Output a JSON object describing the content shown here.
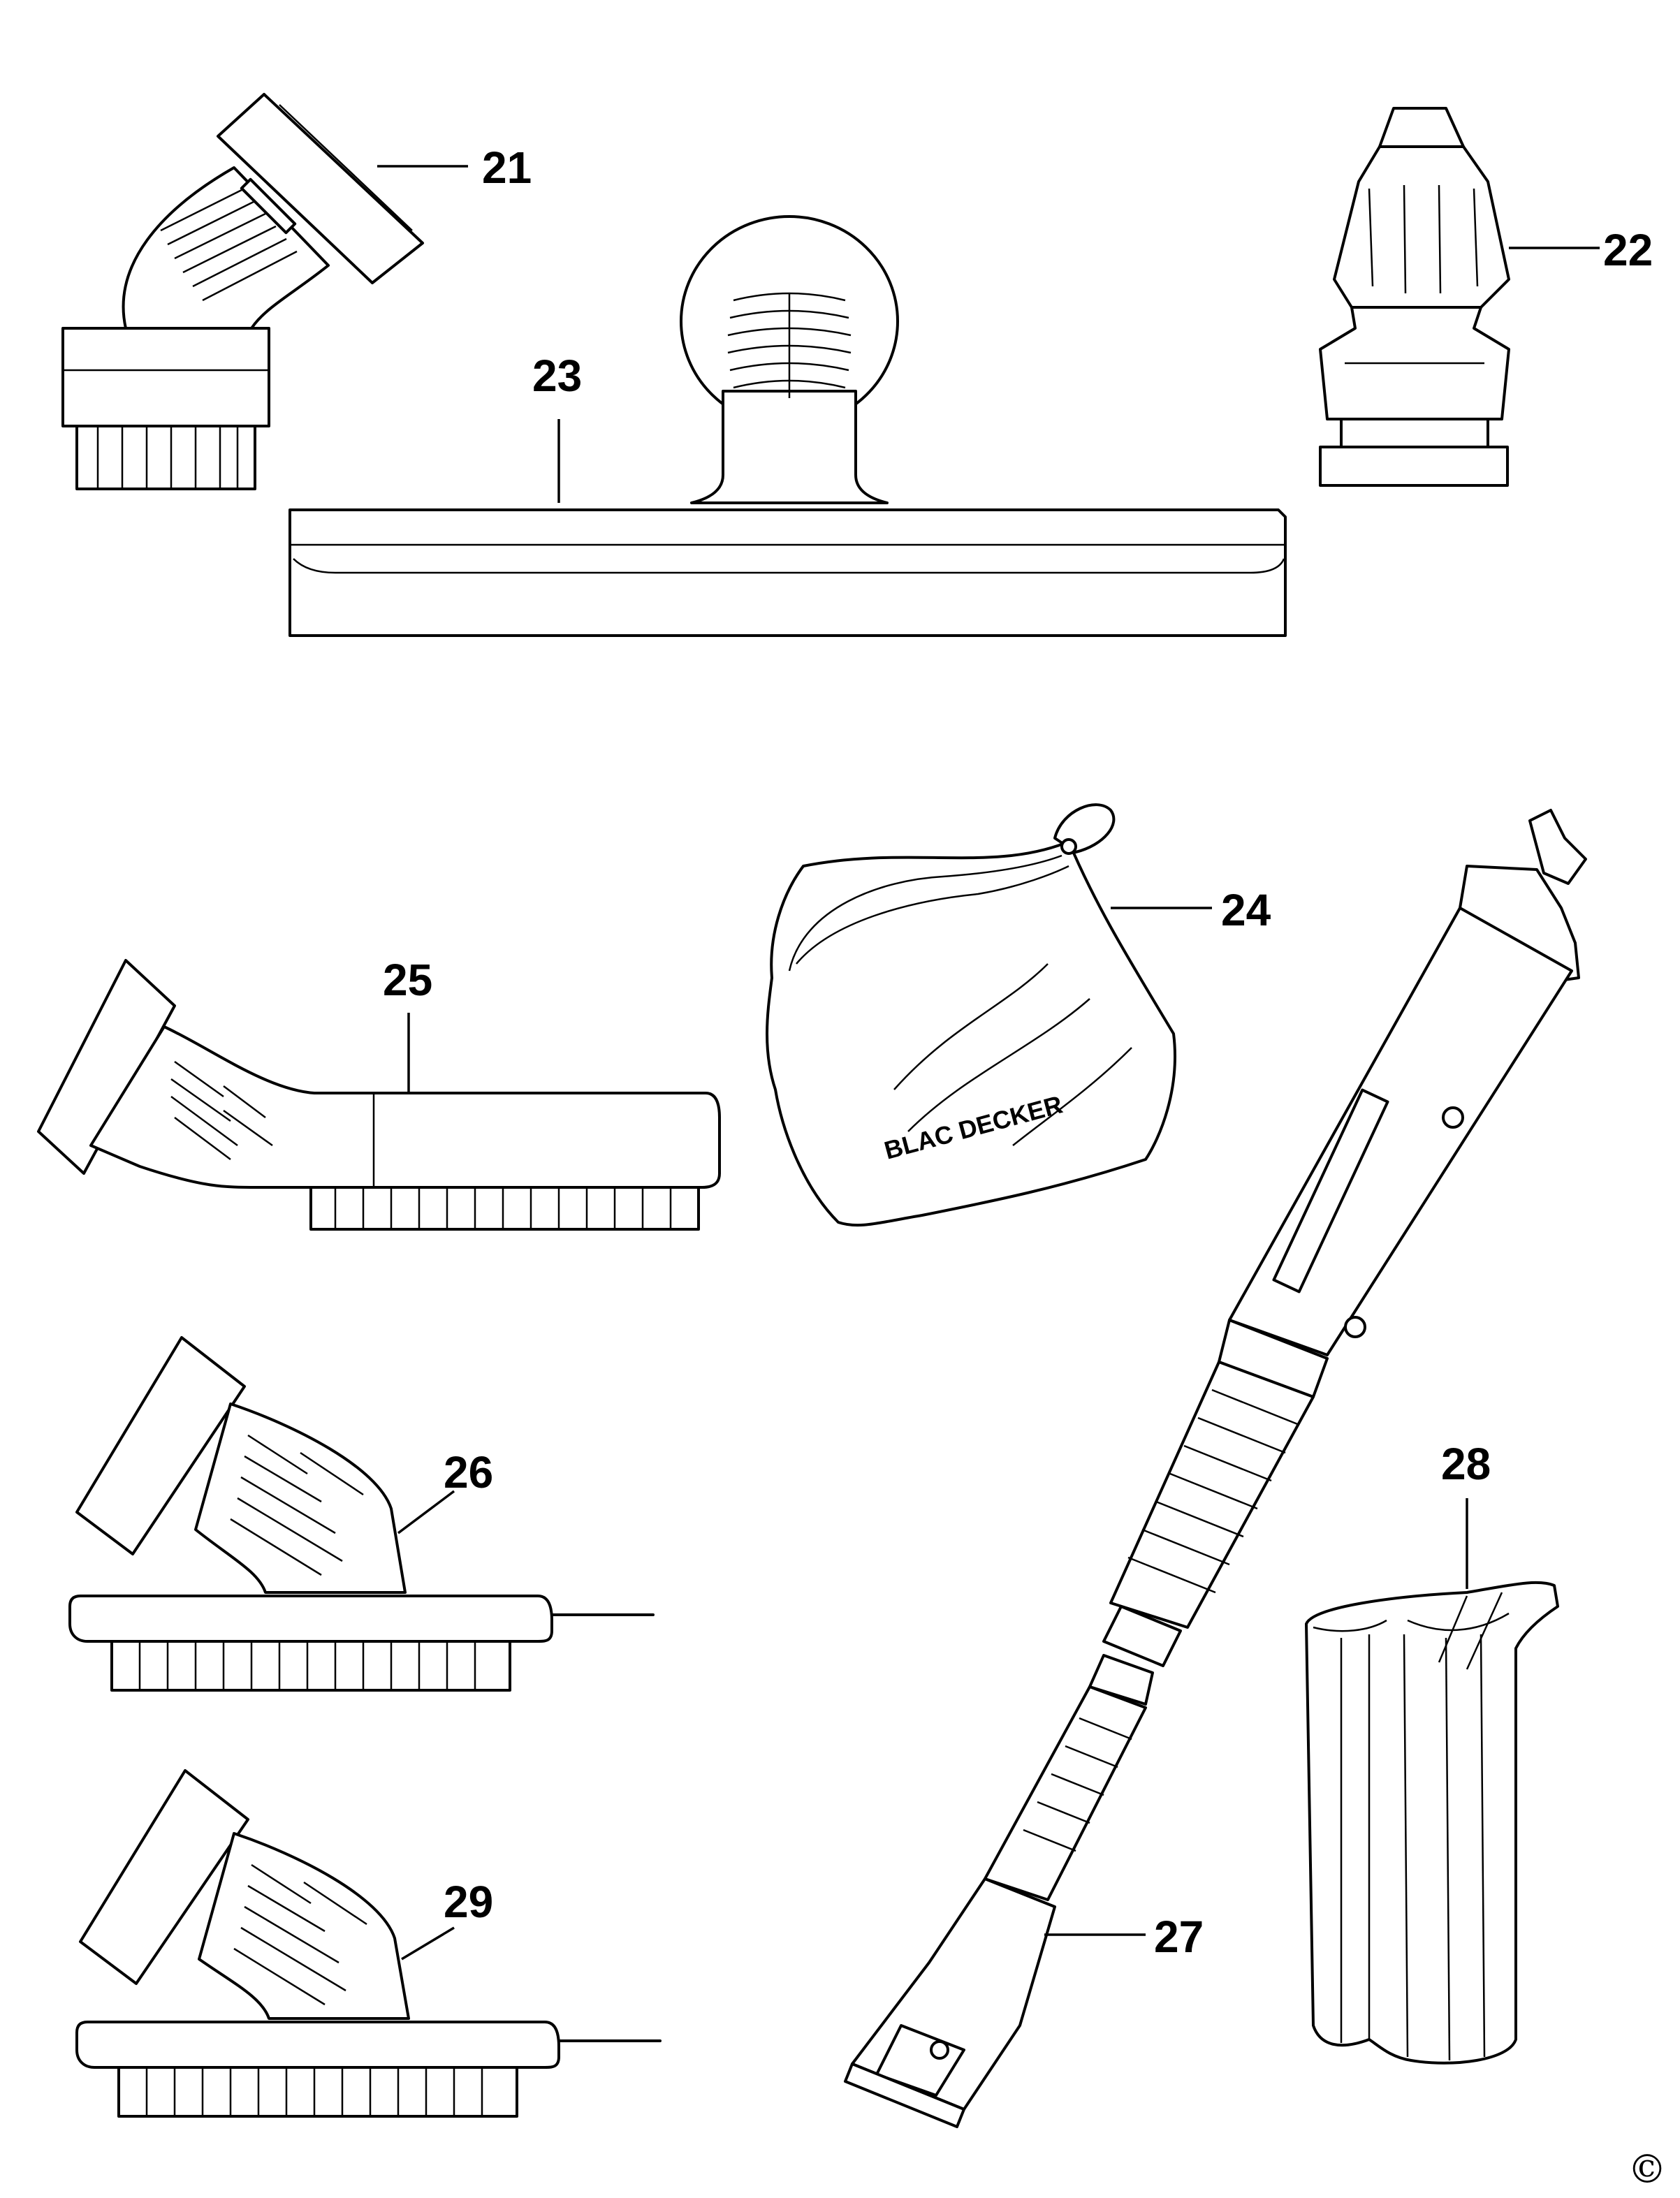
{
  "parts": [
    {
      "id": "21",
      "label": "21"
    },
    {
      "id": "22",
      "label": "22"
    },
    {
      "id": "23",
      "label": "23"
    },
    {
      "id": "24",
      "label": "24"
    },
    {
      "id": "25",
      "label": "25"
    },
    {
      "id": "26",
      "label": "26"
    },
    {
      "id": "27",
      "label": "27"
    },
    {
      "id": "28",
      "label": "28"
    },
    {
      "id": "29",
      "label": "29"
    }
  ],
  "bag_logo": "BLAC DECKER",
  "copyright": "©"
}
